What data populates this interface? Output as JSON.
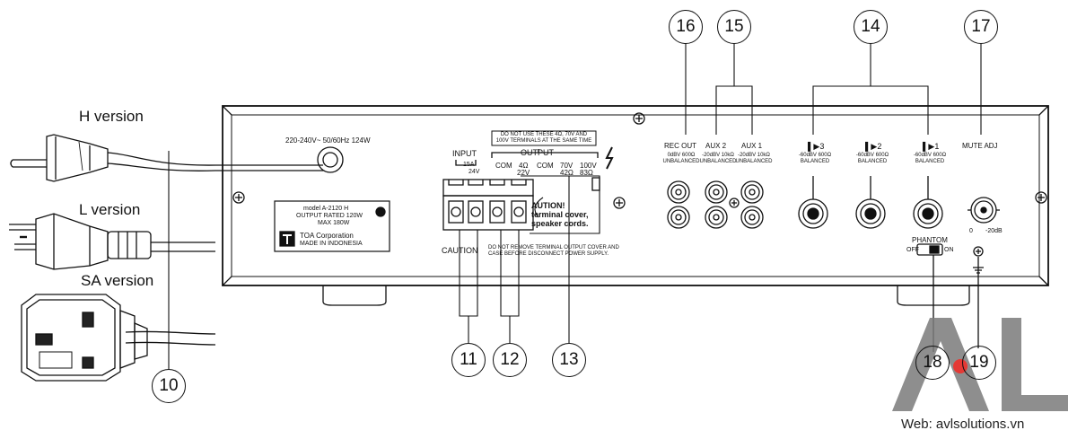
{
  "versions": {
    "h": "H version",
    "l": "L version",
    "sa": "SA version"
  },
  "panel": {
    "power_rating": "220-240V~ 50/60Hz 124W",
    "warning_box": [
      "DO NOT USE THESE 4Ω, 70V AND",
      "100V TERMINALS AT THE SAME TIME"
    ],
    "input_label": "INPUT",
    "input_sub": [
      "15A",
      "24V"
    ],
    "output_label": "OUTPUT",
    "terminals": [
      "COM",
      "4Ω",
      "COM",
      "70V",
      "100V"
    ],
    "terminal_sub": [
      "22V",
      "42Ω",
      "83Ω"
    ],
    "caution_cover": [
      "AUTION!",
      "terminal cover,",
      "speaker cords."
    ],
    "caution_label": "CAUTION",
    "caution_text": [
      "DO NOT REMOVE TERMINAL OUTPUT COVER AND",
      "CASE BEFORE DISCONNECT POWER SUPPLY."
    ],
    "rec_out": "REC OUT",
    "rec_out_sub": [
      "0dBV 600Ω",
      "UNBALANCED"
    ],
    "aux2": "AUX 2",
    "aux2_sub": [
      "-20dBV 10kΩ",
      "UNBALANCED"
    ],
    "aux1": "AUX 1",
    "aux1_sub": [
      "-20dBV 10kΩ",
      "UNBALANCED"
    ],
    "mic3": "3",
    "mic3_sub": [
      "-60dBV 600Ω",
      "BALANCED"
    ],
    "mic2": "2",
    "mic2_sub": [
      "-60dBV 600Ω",
      "BALANCED"
    ],
    "mic1": "1",
    "mic1_sub": [
      "-60dBV 600Ω",
      "BALANCED"
    ],
    "mute_adj": "MUTE ADJ",
    "mute_scale": [
      "0",
      "-20dB"
    ],
    "phantom": "PHANTOM",
    "phantom_states": [
      "OFF",
      "ON"
    ]
  },
  "nameplate": {
    "model": "model  A-2120 H",
    "output_rated": "OUTPUT RATED  120W",
    "max": "MAX      180W",
    "maker": "TOA Corporation",
    "made_in": "MADE IN INDONESIA"
  },
  "callouts": [
    "10",
    "11",
    "12",
    "13",
    "14",
    "15",
    "16",
    "17",
    "18",
    "19"
  ],
  "watermark": {
    "logo": "AVL",
    "web": "Web: avlsolutions.vn",
    "accent": "#e53935",
    "gray": "#7a7a7a"
  }
}
